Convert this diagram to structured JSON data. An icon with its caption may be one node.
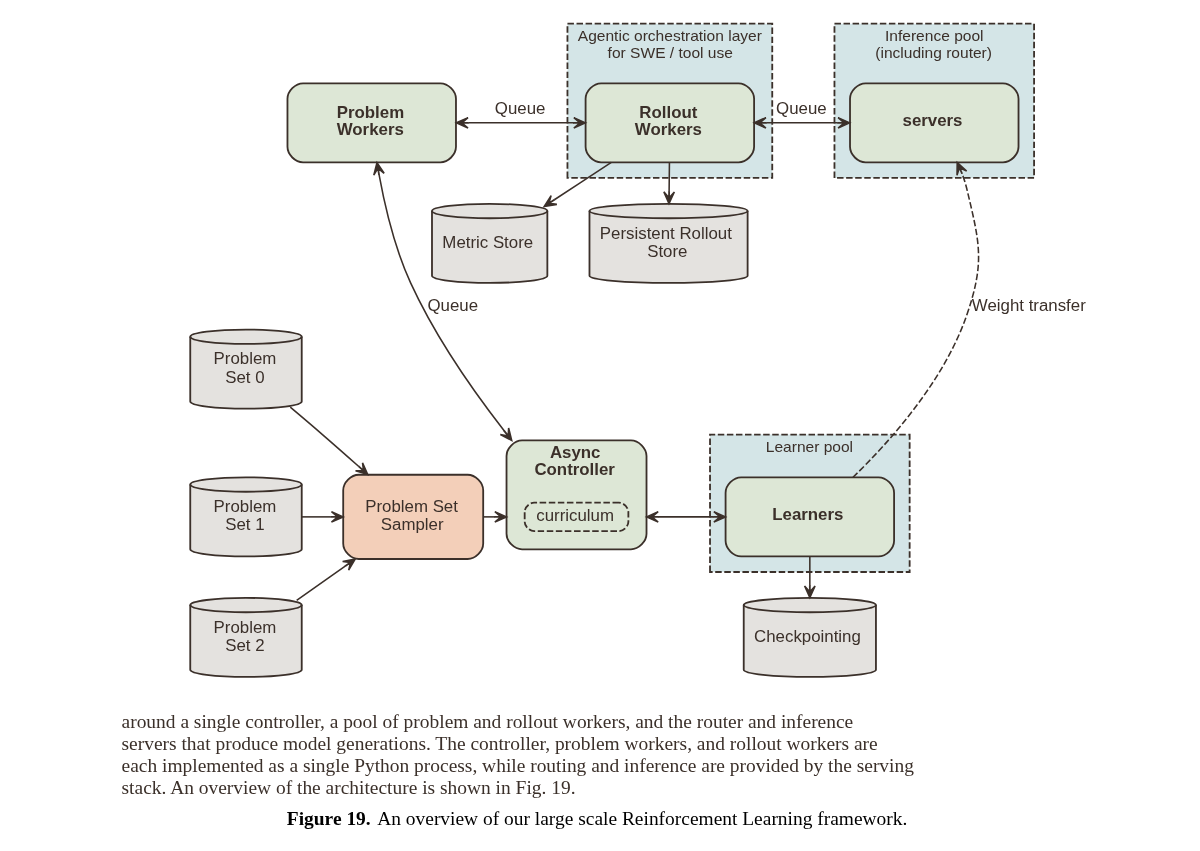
{
  "diagram": {
    "caption": "**Figure 19.** An overview of our large scale Reinforcement Learning framework.",
    "nodes": [
      {
        "text": [
          "Problem Workers"
        ]
      },
      {
        "text": [
          "Agentic orchestration layer for SWE / tool use"
        ]
      },
      {
        "text": [
          "Rollout Workers"
        ],
        "in": 1
      },
      {
        "text": [
          "Inference pool (including router)"
        ]
      },
      {
        "text": [
          "servers"
        ],
        "in": 3
      },
      {
        "text": [
          "Metric Store"
        ]
      },
      {
        "text": [
          "Persistent Rollout Store"
        ]
      },
      {
        "text": [
          "Problem Set 0"
        ]
      },
      {
        "text": [
          "Learner pool"
        ]
      },
      {
        "text": [
          "Learners"
        ],
        "in": 8
      },
      {
        "text": [
          "Problem Set 1"
        ]
      },
      {
        "text": [
          "Problem Set Sampler"
        ]
      },
      {
        "text": [
          "Async Controller"
        ]
      },
      {
        "text": [
          "curriculum"
        ],
        "in": 12
      },
      {
        "text": [
          "Problem Set 2"
        ]
      },
      {
        "text": [
          "Checkpointing"
        ]
      }
    ],
    "edges": [
      {
        "from": 0,
        "to": 2,
        "arrow": "both",
        "label": "Queue"
      },
      {
        "from": 0,
        "to": 12,
        "arrow": "both",
        "label": "Queue"
      },
      {
        "from": 2,
        "to": 4,
        "arrow": "both",
        "label": "Queue"
      },
      {
        "from": 2,
        "to": 5,
        "arrow": "to"
      },
      {
        "from": 2,
        "to": 6,
        "arrow": "to"
      },
      {
        "from": 7,
        "to": 11,
        "arrow": "to"
      },
      {
        "from": 9,
        "to": 15,
        "arrow": "to"
      },
      {
        "from": 9,
        "to": 4,
        "arrow": "to",
        "style": "dashed",
        "label": "Weight transfer"
      },
      {
        "from": 10,
        "to": 11,
        "arrow": "to"
      },
      {
        "from": 11,
        "to": 12,
        "arrow": "to"
      },
      {
        "from": 12,
        "to": 9,
        "arrow": "both"
      },
      {
        "from": 14,
        "to": 11,
        "arrow": "to"
      }
    ],
    "labels": [
      "around a single controller, a pool of problem and rollout workers, and the router and inference servers that produce model generations. The controller, problem workers, and rollout workers are each implemented as a single Python process, while routing and inference are provided by the serving stack. An overview of the architecture is shown in Fig. 19."
    ]
  }
}
